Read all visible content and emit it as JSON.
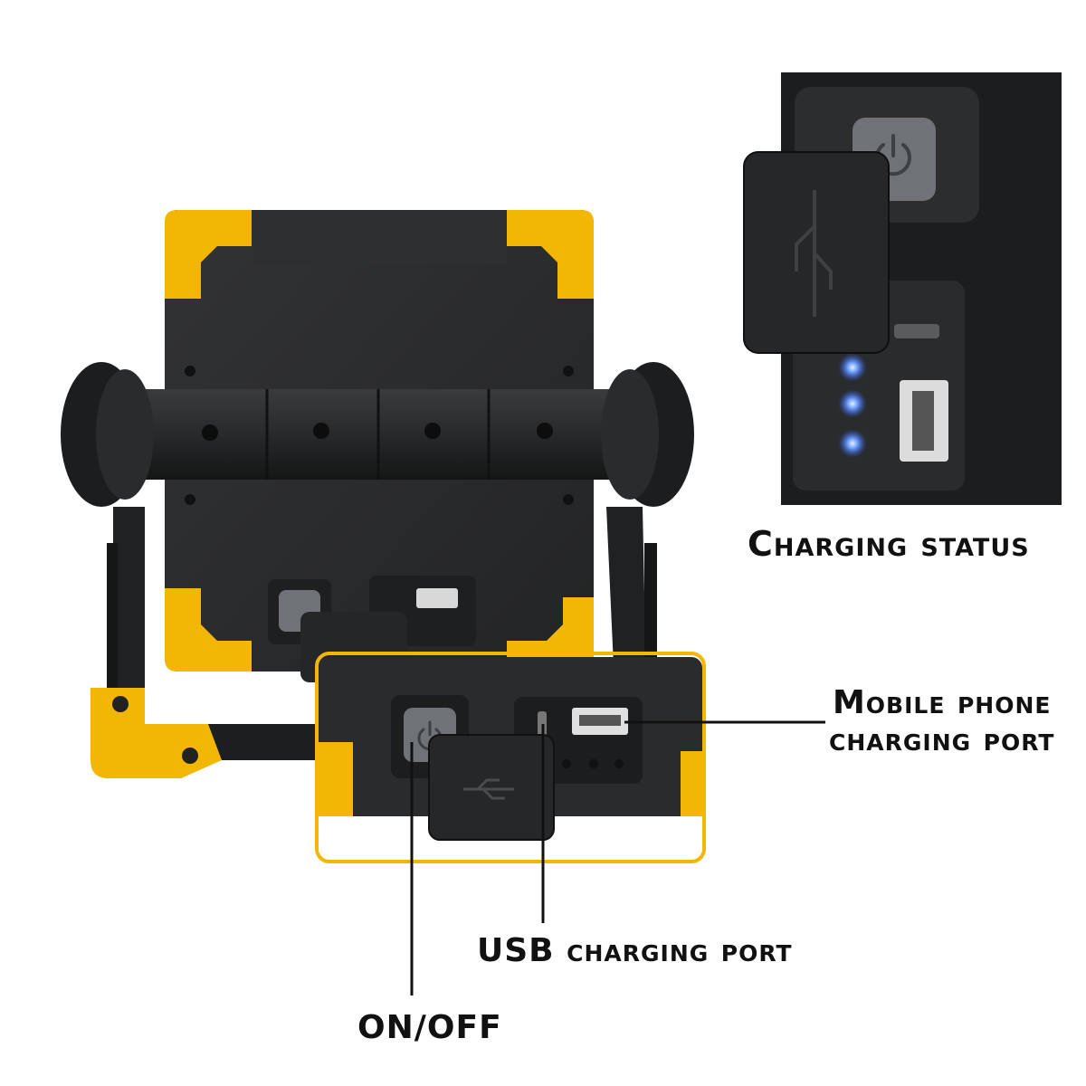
{
  "callouts": {
    "charging_status": "Charging status",
    "mobile_phone_line1": "Mobile phone",
    "mobile_phone_line2": "charging port",
    "usb_charging_port": "USB charging port",
    "on_off": "ON/OFF"
  },
  "colors": {
    "housing": "#2b2c2e",
    "housing_dark": "#1a1b1c",
    "accent_yellow": "#f2b705",
    "indicator_blue": "#3d7bff",
    "button_grey": "#6f7378"
  },
  "icons": [
    "power-icon",
    "usb-symbol-icon"
  ],
  "indicator_leds": 3
}
